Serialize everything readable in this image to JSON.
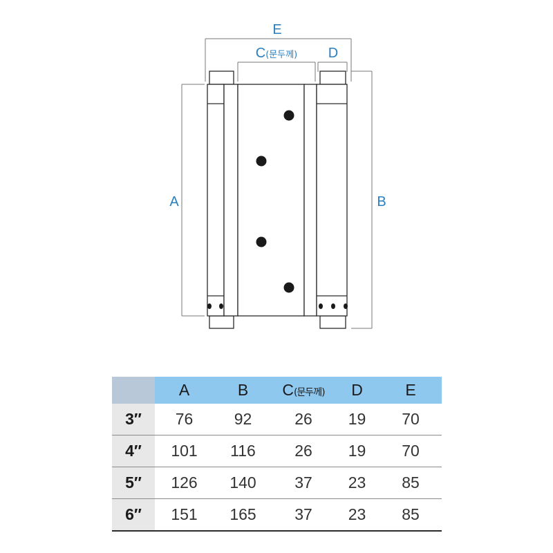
{
  "dimension_labels": {
    "a": "A",
    "b": "B",
    "c": "C",
    "c_note": "(문두께)",
    "d": "D",
    "e": "E"
  },
  "table": {
    "headers": [
      "A",
      "B",
      "C",
      "D",
      "E"
    ],
    "header_c_note": "(문두께)",
    "rows": [
      {
        "size": "3″",
        "a": "76",
        "b": "92",
        "c": "26",
        "d": "19",
        "e": "70"
      },
      {
        "size": "4″",
        "a": "101",
        "b": "116",
        "c": "26",
        "d": "19",
        "e": "70"
      },
      {
        "size": "5″",
        "a": "126",
        "b": "140",
        "c": "37",
        "d": "23",
        "e": "85"
      },
      {
        "size": "6″",
        "a": "151",
        "b": "165",
        "c": "37",
        "d": "23",
        "e": "85"
      }
    ]
  },
  "colors": {
    "dimension_text": "#2a7fc0",
    "header_fill": "#8fc8ef",
    "corner_fill": "#b9c8d8",
    "size_column_fill": "#e8e8e8"
  }
}
